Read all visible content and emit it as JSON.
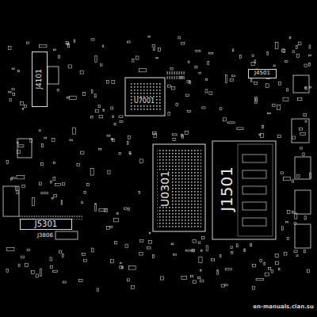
{
  "diagram": {
    "nodes": [
      {
        "text": [
          "J4101"
        ]
      },
      {
        "text": [
          "U7001"
        ]
      },
      {
        "text": [
          "J4501"
        ]
      },
      {
        "text": [
          "U0301"
        ]
      },
      {
        "text": [
          "J1501"
        ]
      },
      {
        "text": [
          "J5301"
        ]
      },
      {
        "text": [
          "J3806"
        ]
      }
    ],
    "labels": [
      "en-manuals.clan.su"
    ]
  }
}
